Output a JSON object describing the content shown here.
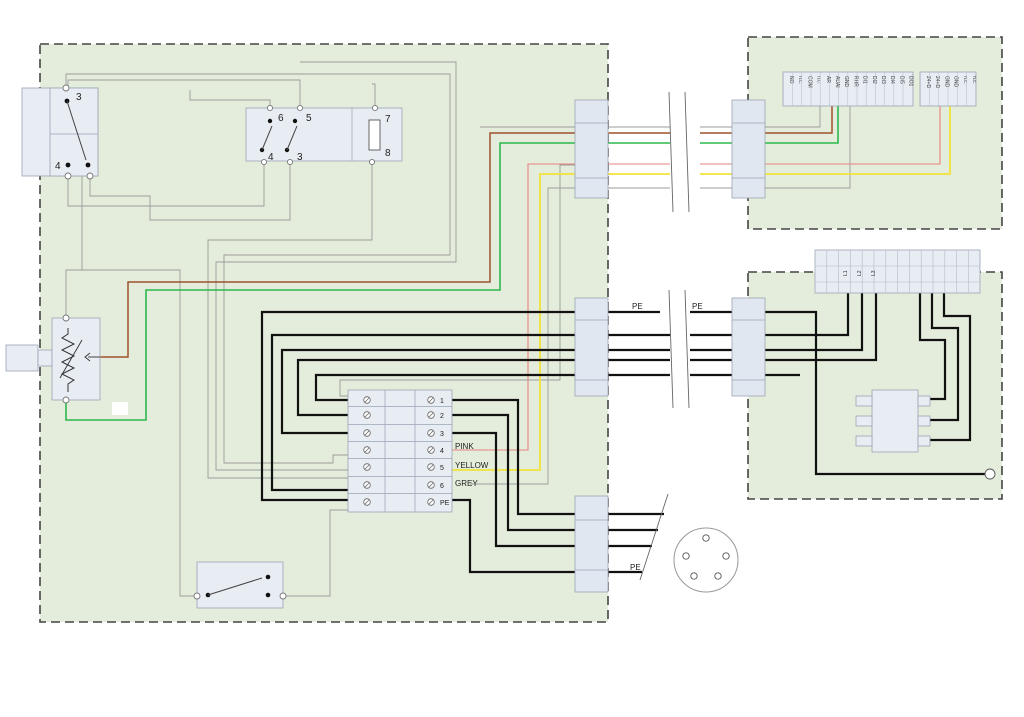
{
  "terminals": {
    "top_switch": {
      "t3": "3",
      "t4": "4"
    },
    "relay": {
      "t6": "6",
      "t5": "5",
      "t7": "7",
      "t4": "4",
      "t3": "3",
      "t8": "8"
    },
    "terminal_block": [
      "1",
      "2",
      "3",
      "4",
      "5",
      "6",
      "PE"
    ]
  },
  "wire_labels": {
    "pink": "PINK",
    "yellow": "YELLOW",
    "grey": "GREY"
  },
  "pe_labels": {
    "left": "PE",
    "right": "PE",
    "bottom": "PE"
  },
  "controller_terminals": {
    "group_a": [
      "NO",
      "n.c.",
      "COM",
      "n.c.",
      "AR",
      "AUAI",
      "GND",
      "RHR",
      "DI1",
      "DI2",
      "DI3",
      "DI4",
      "DI5",
      "DO1"
    ],
    "group_b": [
      "24+D",
      "24+D",
      "GND",
      "GND",
      "n.c.",
      "n.c."
    ]
  },
  "power_terminals": [
    "L1",
    "L2",
    "L3"
  ],
  "colors": {
    "enclosure_fill": "#e4eddb",
    "brown_wire": "#a0522d",
    "green_wire": "#2db84d",
    "pink_wire": "#e7837f",
    "yellow_wire": "#f2e23a",
    "black_wire": "#111111",
    "grey_wire": "#9b9b9b"
  }
}
